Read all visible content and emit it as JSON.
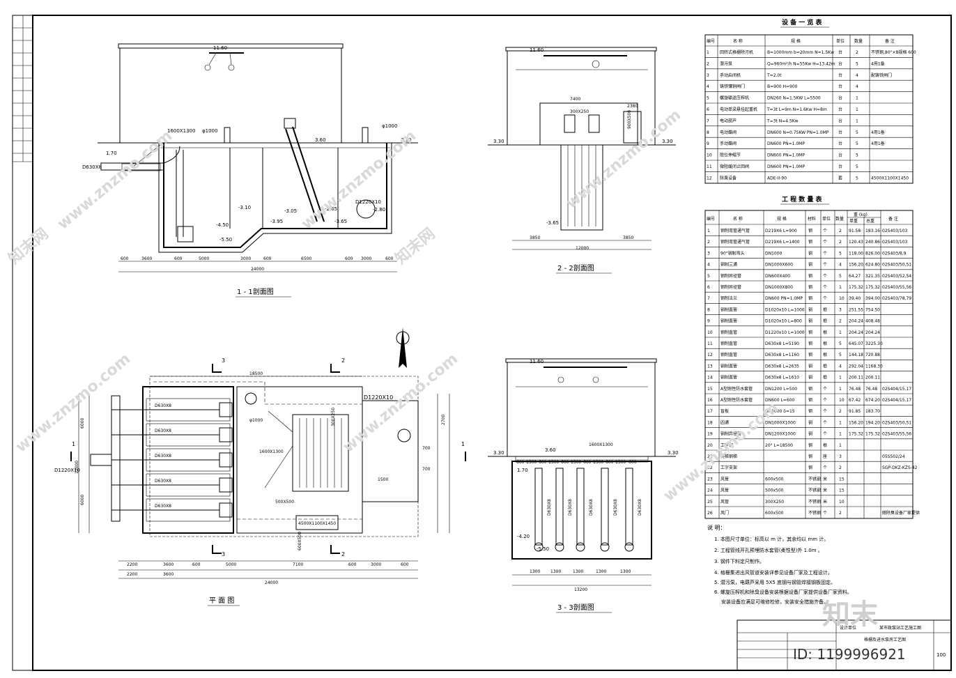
{
  "sections": {
    "s1_title": "1 - 1剖面图",
    "s2_title": "2 - 2剖面图",
    "s3_title": "3 - 3剖面图",
    "plan_title": "平 面 图"
  },
  "section1": {
    "roof_elev": "11.60",
    "elev_top": "3.30",
    "elev_a": "3.60",
    "elev_b": "-3.10",
    "elev_c": "-3.05",
    "elev_d": "-2.65",
    "elev_e": "-3.95",
    "elev_f": "-4.50",
    "elev_g": "-5.50",
    "elev_h": "-3.65",
    "elev_i": "-2.80",
    "elev_in": "1.70",
    "pipe_in": "D630X8",
    "pipe_big": "D1220X10",
    "vent1": "φ1000",
    "vent2": "φ1000",
    "grate": "1600X1300",
    "dims": [
      "600",
      "3600",
      "600",
      "5000",
      "3000",
      "600",
      "6500",
      "600",
      "3000",
      "600"
    ],
    "total": "24000"
  },
  "section2": {
    "roof_elev": "11.60",
    "elev_a": "3.30",
    "elev_b": "3.30",
    "elev_c": "-3.65",
    "hatch_size": "300X250",
    "dim_a": "7400",
    "dim_b": "2380",
    "dim_c": "900X500",
    "dims": [
      "3850",
      "12000",
      "3850"
    ]
  },
  "section3": {
    "roof_elev": "11.60",
    "elev_a": "3.30",
    "elev_b": "3.30",
    "elev_c": "3.60",
    "elev_d": "1.70",
    "elev_e": "-5.50",
    "elev_f": "-4.20",
    "grate": "1600X1300",
    "pipes": [
      "D630X8",
      "D630X8",
      "D630X8",
      "D630X8",
      "D630X8"
    ],
    "top_dims": [
      "600",
      "1300",
      "600",
      "1300",
      "600",
      "1300",
      "600",
      "1300",
      "600",
      "1300",
      "600"
    ],
    "bot_dims": [
      "1300",
      "1300",
      "1300",
      "1300",
      "1300"
    ],
    "total": "13200"
  },
  "plan": {
    "pipe_main": "D1220X10",
    "pipe_in": "D1220X10",
    "vent": "φ1000",
    "screen": "1600X1300",
    "pit": "4500X1100X1450",
    "pit2": "600X500",
    "d1": "300X250",
    "d2": "500X500",
    "pump_pipes": [
      "D630X8",
      "D630X8",
      "D630X8",
      "D630X8",
      "D630X8"
    ],
    "dims_bottom": [
      "2200",
      "3600",
      "600",
      "5000",
      "7100",
      "600",
      "3000",
      "600"
    ],
    "dims_bottom2": [
      "2200",
      "3600",
      "24000"
    ],
    "dims_top": [
      "18500"
    ],
    "dims_side": [
      "6000",
      "12000",
      "6000",
      "2700",
      "700",
      "1500",
      "700"
    ],
    "cut_labels": [
      "3",
      "2",
      "1",
      "1",
      "3",
      "2"
    ]
  },
  "equipment_table": {
    "title": "设 备 一 览 表",
    "headers": [
      "编号",
      "名 称",
      "规 格",
      "单位",
      "数量",
      "备 注"
    ],
    "rows": [
      [
        "1",
        "回转式格栅除污机",
        "B=1000mm b=20mm N=1.5Kw",
        "台",
        "2",
        "不锈钢,80°×8规格 600"
      ],
      [
        "2",
        "潜污泵",
        "Q=960m³/h N=55Kw H=13.42m",
        "台",
        "5",
        "4用1备"
      ],
      [
        "3",
        "手动启闭机",
        "T=2.0t",
        "台",
        "4",
        "配铸铁闸门"
      ],
      [
        "4",
        "铸铁镶铜闸门",
        "B=900 H=900",
        "台",
        "4",
        ""
      ],
      [
        "5",
        "螺旋输送压榨机",
        "DN260 N=1.5KW L=5500",
        "台",
        "1",
        ""
      ],
      [
        "6",
        "电动单梁悬挂起重机",
        "T=3t L=9m N=1.6Kw H=8m",
        "台",
        "1",
        ""
      ],
      [
        "7",
        "电动葫芦",
        "T=3t N=4.5Kw",
        "台",
        "1",
        ""
      ],
      [
        "8",
        "电动蝶阀",
        "DN600 N=0.75KW PN=1.0MP",
        "台",
        "5",
        "4用1备"
      ],
      [
        "9",
        "手动蝶阀",
        "DN600 PN=1.0MP",
        "台",
        "5",
        "4用1备"
      ],
      [
        "10",
        "限位伸缩节",
        "DN600 PN=1.0MP",
        "台",
        "5",
        ""
      ],
      [
        "11",
        "微阻缓闭止回阀",
        "DN600 PN=1.0MP",
        "台",
        "5",
        ""
      ],
      [
        "12",
        "除臭设备",
        "ADE-II-90",
        "套",
        "5",
        "4500X1100X1450"
      ]
    ]
  },
  "material_table": {
    "title": "工 程 数 量 表",
    "headers": [
      "编号",
      "名 称",
      "规 格",
      "材料",
      "单位",
      "数量",
      "单重",
      "总重",
      "备 注"
    ],
    "weight_unit": "重 (kg)",
    "rows": [
      [
        "1",
        "钢制弯管通气管",
        "D219X6 L=900",
        "钢",
        "个",
        "2",
        "91.58",
        "183.16",
        "02S403/103"
      ],
      [
        "2",
        "钢制弯管通气管",
        "D219X6 L=1400",
        "钢",
        "个",
        "2",
        "120.43",
        "240.86",
        "02S403/103"
      ],
      [
        "3",
        "90°钢制弯头",
        "DN1000",
        "钢",
        "个",
        "5",
        "118.00",
        "826.00",
        "02S403/8,9"
      ],
      [
        "4",
        "钢制三通",
        "DN1000X600",
        "钢",
        "个",
        "4",
        "156.20",
        "624.80",
        "02S403/50,51"
      ],
      [
        "5",
        "钢制异径管",
        "DN600X400",
        "钢",
        "个",
        "5",
        "64.27",
        "321.35",
        "02S403/52,54"
      ],
      [
        "6",
        "钢制异径管",
        "DN1000X800",
        "钢",
        "个",
        "1",
        "175.32",
        "175.32",
        "02S403/55,56"
      ],
      [
        "7",
        "钢制法兰",
        "DN600 PN=1.0MP",
        "钢",
        "个",
        "10",
        "39.40",
        "394.00",
        "02S403/78,79"
      ],
      [
        "8",
        "钢制直管",
        "D1020x10 L=1000",
        "钢",
        "根",
        "3",
        "251.55",
        "754.50",
        ""
      ],
      [
        "9",
        "钢制直管",
        "D1020x10 L=800",
        "钢",
        "根",
        "2",
        "204.24",
        "408.48",
        ""
      ],
      [
        "10",
        "钢制直管",
        "D1220x10 L=1000",
        "钢",
        "根",
        "1",
        "204.24",
        "204.24",
        ""
      ],
      [
        "11",
        "钢制直管",
        "D630x8 L=5190",
        "钢",
        "根",
        "5",
        "645.07",
        "3225.30",
        ""
      ],
      [
        "12",
        "钢制直管",
        "D630x8 L=1160",
        "钢",
        "根",
        "5",
        "144.18",
        "720.88",
        ""
      ],
      [
        "13",
        "钢制直管",
        "D630x8 L=2635",
        "钢",
        "根",
        "4",
        "292.04",
        "1168.30",
        ""
      ],
      [
        "14",
        "钢制直管",
        "D630x8 L=1610",
        "钢",
        "根",
        "1",
        "200.11",
        "200.11",
        ""
      ],
      [
        "15",
        "A型刚性防水套管",
        "DN1200 L=500",
        "钢",
        "个",
        "1",
        "76.48",
        "76.48",
        "02S404/15,17"
      ],
      [
        "16",
        "A型刚性防水套管",
        "DN600 L=600",
        "钢",
        "个",
        "10",
        "67.42",
        "674.20",
        "02S404/15,17"
      ],
      [
        "17",
        "盲板",
        "DN1000 δ=15",
        "钢",
        "个",
        "2",
        "91.85",
        "183.70",
        ""
      ],
      [
        "18",
        "四通",
        "DN1000X1000",
        "钢",
        "个",
        "1",
        "156.20",
        "194.20",
        "02S403/50,51"
      ],
      [
        "19",
        "钢制异径管",
        "DN1200X1000",
        "钢",
        "个",
        "1",
        "175.32",
        "175.32",
        "02S403/55,56"
      ],
      [
        "20",
        "工字钢",
        "20° L=18500",
        "钢",
        "根",
        "1",
        "",
        "",
        ""
      ],
      [
        "21",
        "爬梯钢梯",
        "",
        "钢",
        "座",
        "3",
        "",
        "",
        "05S502/24"
      ],
      [
        "22",
        "工字支架",
        "",
        "钢",
        "个",
        "2",
        "",
        "",
        "SGP-DKZ-KZS-42"
      ],
      [
        "23",
        "风管",
        "600x500",
        "不锈钢",
        "米",
        "15",
        "",
        "",
        ""
      ],
      [
        "24",
        "风管",
        "500x500",
        "不锈钢",
        "米",
        "15",
        "",
        "",
        ""
      ],
      [
        "25",
        "风管",
        "300X250",
        "不锈钢",
        "米",
        "10",
        "",
        "",
        ""
      ],
      [
        "26",
        "风门",
        "600x500",
        "不锈钢",
        "个",
        "2",
        "",
        "",
        "随除臭设备厂家提供"
      ]
    ]
  },
  "notes": {
    "title": "说 明：",
    "items": [
      "1. 本图尺寸单位：标高以 m 计，其余均以 mm 计。",
      "2. 工程管线开孔预埋防水套管(柔性型)外 1.0m 。",
      "3. 钢件下料定尺制作。",
      "4. 格栅集进出风管道安装详参见设备厂家及工程设计。",
      "5. 潜污泵，电葫芦采用 5X5 底钢与钢管焊接钢板固定。",
      "6. 螺旋压榨机和除臭设备安装根据设备厂家提供设备厂家资料。",
      "安装设备应满足可维修检修，安装安全措施齐备。"
    ]
  },
  "titleblock": {
    "unit": "设计单位",
    "project": "某市政泵站工艺施工图",
    "drawing": "格栅及进水泵房工艺图",
    "sheet": "100"
  },
  "watermark": {
    "text": "www.znzmo.com",
    "brand": "知末",
    "id": "ID: 1199996921",
    "zh": "知末网"
  }
}
